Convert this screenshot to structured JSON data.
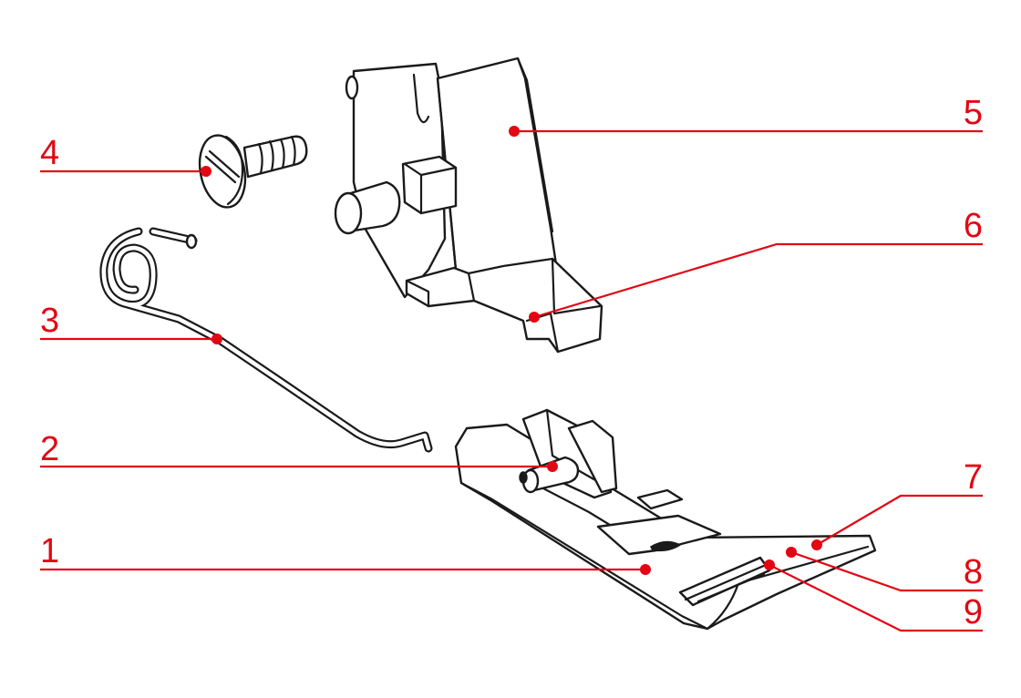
{
  "colors": {
    "callout": "#e30613",
    "outline": "#1a1a1a",
    "background": "#ffffff"
  },
  "callouts": [
    {
      "number": "1"
    },
    {
      "number": "2"
    },
    {
      "number": "3"
    },
    {
      "number": "4"
    },
    {
      "number": "5"
    },
    {
      "number": "6"
    },
    {
      "number": "7"
    },
    {
      "number": "8"
    },
    {
      "number": "9"
    }
  ]
}
